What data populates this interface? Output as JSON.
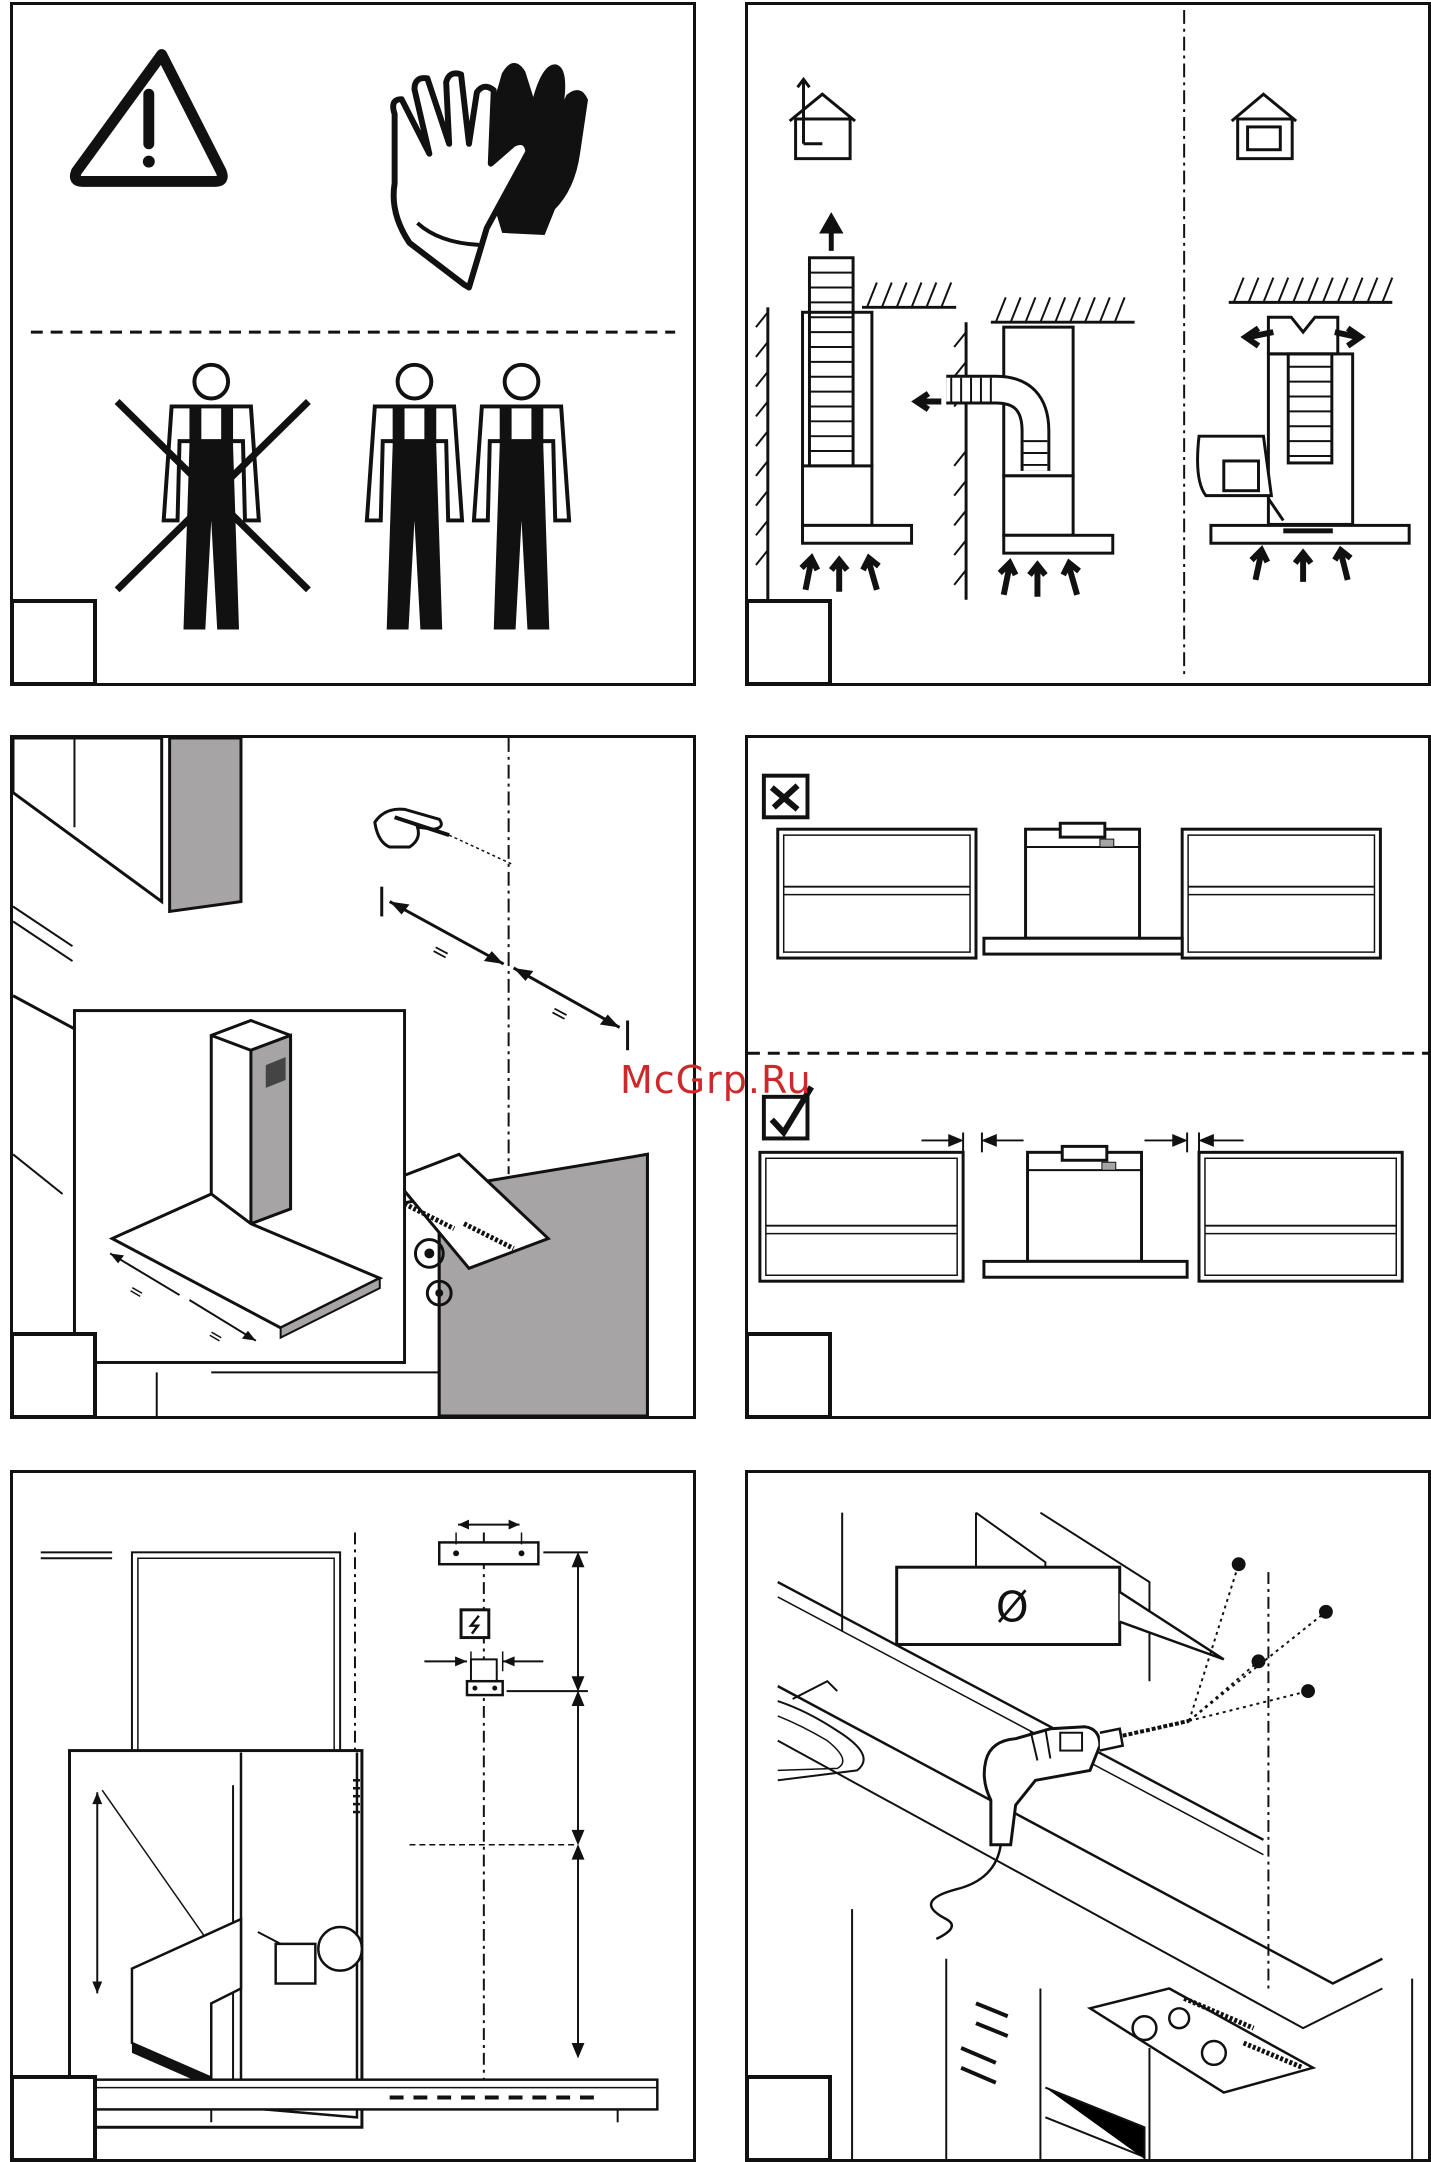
{
  "watermark": {
    "text": "McGrp.Ru",
    "color": "#cc2a2a"
  },
  "colors": {
    "ink": "#111111",
    "wall_gray": "#a7a4a6",
    "paper": "#ffffff"
  },
  "panels": [
    {
      "id": "panel-1",
      "icons": [
        "warning-triangle-icon",
        "protective-gloves-icon",
        "single-installer-crossed-icon",
        "two-installers-icon"
      ]
    },
    {
      "id": "panel-2",
      "icons": [
        "house-ducted-icon",
        "house-recirculation-icon",
        "airflow-arrow-icon"
      ]
    },
    {
      "id": "panel-3",
      "icons": [
        "hand-with-pencil-icon",
        "equal-distance-arrows-icon",
        "hood-inset-icon"
      ]
    },
    {
      "id": "panel-4",
      "icons": [
        "wrong-cross-checkbox-icon",
        "correct-check-checkbox-icon",
        "clearance-arrows-icon"
      ]
    },
    {
      "id": "panel-5",
      "icons": [
        "electric-warning-icon",
        "dimension-arrows-icon"
      ]
    },
    {
      "id": "panel-6",
      "icons": [
        "drill-icon",
        "diameter-symbol-icon"
      ]
    }
  ],
  "diameter_symbol": "Ø"
}
